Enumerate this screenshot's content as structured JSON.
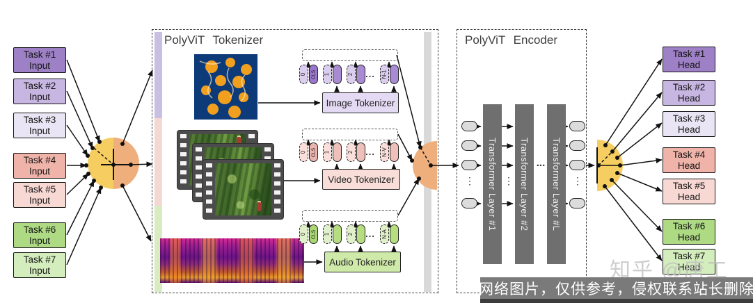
{
  "figure": {
    "tokenizer_title": "PolyViT Tokenizer",
    "encoder_title": "PolyViT Encoder"
  },
  "inputs": [
    {
      "task": "Task #1",
      "kind": "Input"
    },
    {
      "task": "Task #2",
      "kind": "Input"
    },
    {
      "task": "Task #3",
      "kind": "Input"
    },
    {
      "task": "Task #4",
      "kind": "Input"
    },
    {
      "task": "Task #5",
      "kind": "Input"
    },
    {
      "task": "Task #6",
      "kind": "Input"
    },
    {
      "task": "Task #7",
      "kind": "Input"
    }
  ],
  "heads": [
    {
      "task": "Task #1",
      "kind": "Head"
    },
    {
      "task": "Task #2",
      "kind": "Head"
    },
    {
      "task": "Task #3",
      "kind": "Head"
    },
    {
      "task": "Task #4",
      "kind": "Head"
    },
    {
      "task": "Task #5",
      "kind": "Head"
    },
    {
      "task": "Task #6",
      "kind": "Head"
    },
    {
      "task": "Task #7",
      "kind": "Head"
    }
  ],
  "tokenizer": {
    "rows": [
      {
        "modality": "image",
        "box_label": "Image Tokenizer",
        "pos0": "0",
        "cls": "CLS",
        "pos1": "1",
        "pos2": "2",
        "ellipsis": "...",
        "posN": "N-1"
      },
      {
        "modality": "video",
        "box_label": "Video Tokenizer",
        "pos0": "0",
        "cls": "CLS",
        "pos1": "1",
        "pos2": "2",
        "ellipsis": "...",
        "posN": "N·V"
      },
      {
        "modality": "audio",
        "box_label": "Audio Tokenizer",
        "pos0": "0",
        "cls": "CLS",
        "pos1": "1",
        "pos2": "2",
        "ellipsis": "...",
        "posN": "N·A"
      }
    ]
  },
  "encoder": {
    "layers": [
      {
        "label": "Transformer Layer #1"
      },
      {
        "label": "Transformer Layer #2"
      },
      {
        "label": "Transformer Layer #L"
      }
    ],
    "mid_ellipsis": "...",
    "col_ellipsis": "⋮"
  },
  "watermark": {
    "site": "知乎 @唐工",
    "banner": "网络图片，仅供参考，侵权联系站长删除"
  },
  "colors": {
    "task1_purple": "#9d80c5",
    "task2_purple": "#c7b6e2",
    "task3_lavender": "#eae5f4",
    "task4_salmon": "#f0b3a9",
    "task5_pink": "#f8d8d3",
    "task6_green": "#aeda84",
    "task7_light_green": "#d4edbd",
    "router_yellow": "#f6cd60",
    "router_orange": "#efaf7d",
    "image_token_purple": "#a98bd4",
    "video_token_pink": "#eec0ba",
    "audio_token_green": "#b6de81",
    "transformer_gray": "#6f6f6f",
    "strip_purple": "#c9bfe2",
    "strip_pink": "#f6d8d2",
    "strip_green": "#d7ecc1",
    "strip_gray": "#d9d9d9",
    "banner_gray": "#7a7a7a"
  }
}
